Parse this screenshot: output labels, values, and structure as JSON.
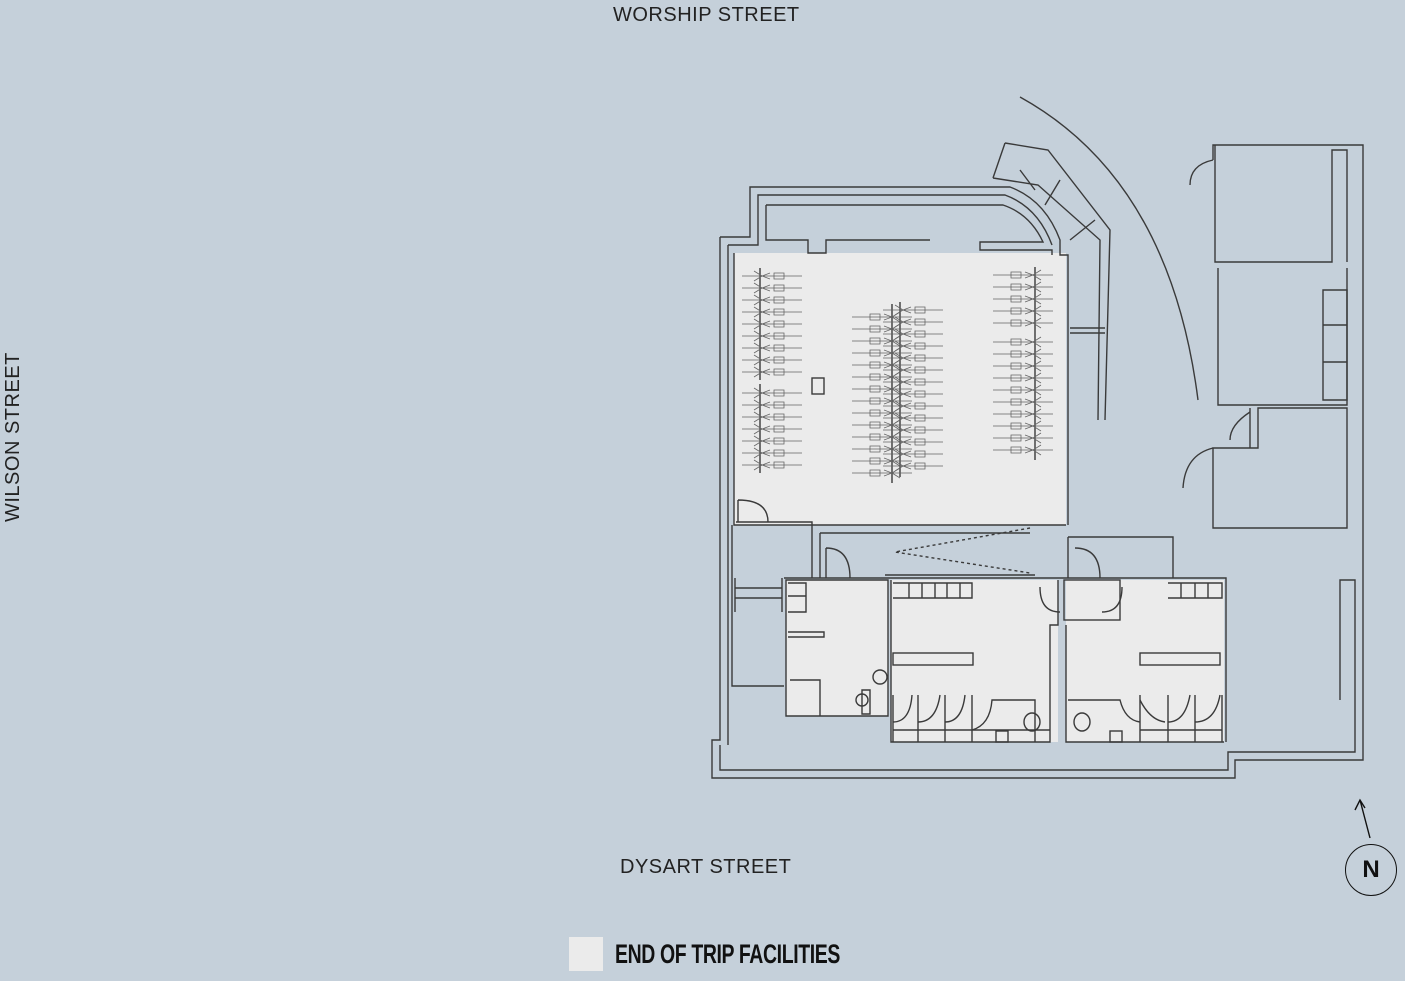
{
  "streets": {
    "north": "WORSHIP STREET",
    "south": "DYSART STREET",
    "west": "WILSON STREET"
  },
  "legend": {
    "label": "END OF TRIP FACILITIES",
    "swatch_color": "#ebebeb"
  },
  "compass": {
    "label": "N"
  },
  "colors": {
    "background": "#c5d0da",
    "facility_fill": "#ebebeb",
    "line": "#3a3a3a"
  }
}
